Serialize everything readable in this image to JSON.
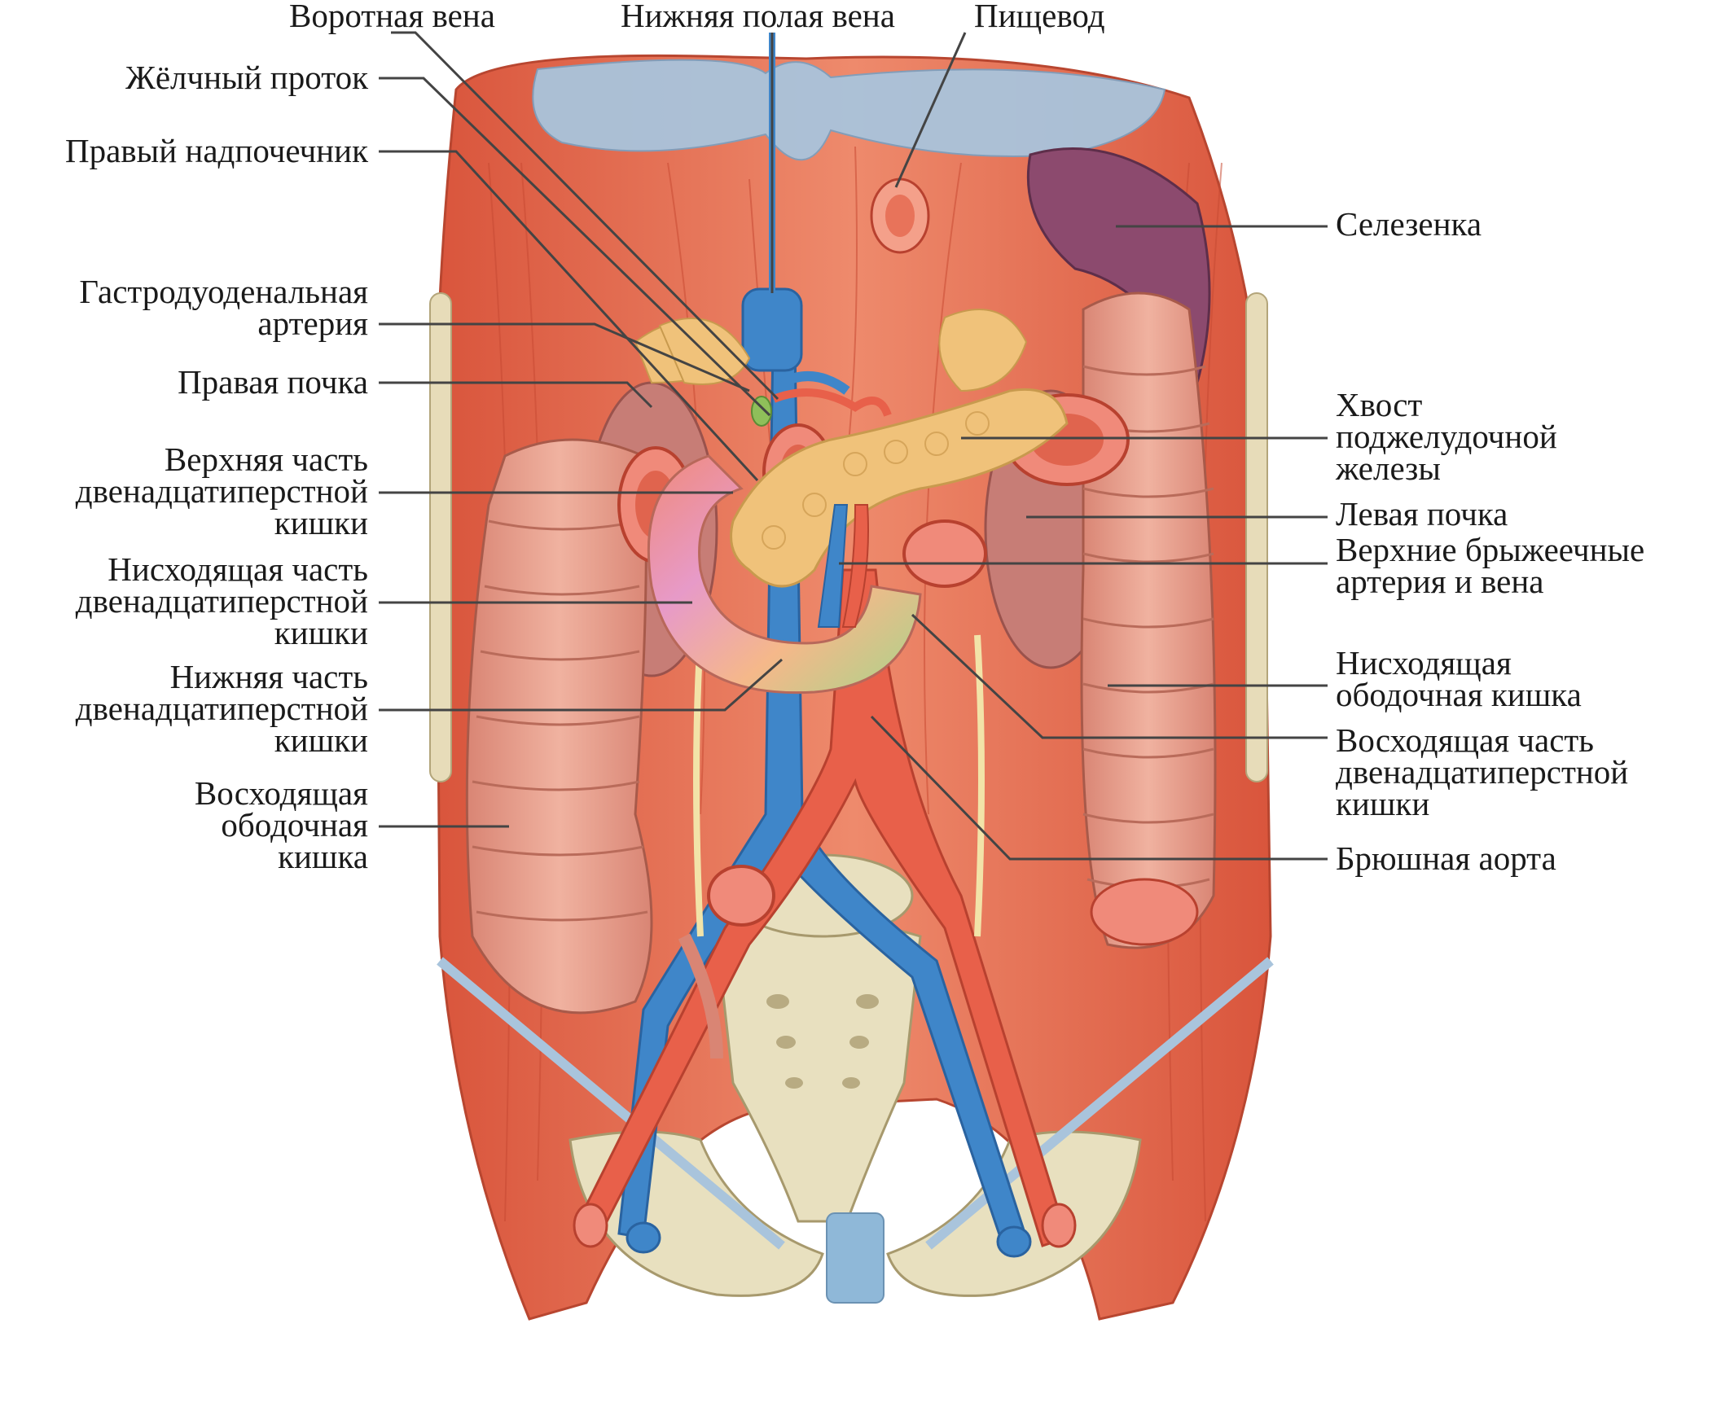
{
  "labels": {
    "portal_vein": "Воротная вена",
    "ivc": "Нижняя полая вена",
    "esophagus": "Пищевод",
    "bile_duct": "Жёлчный проток",
    "right_adrenal": "Правый надпочечник",
    "gastroduodenal": [
      "Гастродуоденальная",
      "артерия"
    ],
    "right_kidney": "Правая почка",
    "duod_superior": [
      "Верхняя часть",
      "двенадцатиперстной",
      "кишки"
    ],
    "duod_descending": [
      "Нисходящая часть",
      "двенадцатиперстной",
      "кишки"
    ],
    "duod_inferior": [
      "Нижняя часть",
      "двенадцатиперстной",
      "кишки"
    ],
    "ascending_colon": [
      "Восходящая",
      "ободочная",
      "кишка"
    ],
    "spleen": "Селезенка",
    "pancreas_tail": [
      "Хвост",
      "поджелудочной",
      "железы"
    ],
    "left_kidney": "Левая почка",
    "sup_mesenteric": [
      "Верхние брыжеечные",
      "артерия и вена"
    ],
    "descending_colon": [
      "Нисходящая",
      "ободочная кишка"
    ],
    "duod_ascending": [
      "Восходящая часть",
      "двенадцатиперстной",
      "кишки"
    ],
    "abdominal_aorta": "Брюшная аорта"
  },
  "colors": {
    "muscle": "#e8735a",
    "muscle_dark": "#d2553d",
    "diaphragm_tendon": "#a9c4dc",
    "vein": "#3f86c9",
    "artery": "#e8604a",
    "bone": "#e8e0bf",
    "bowel": "#e49a86",
    "pancreas": "#f0c27a",
    "spleen": "#8c4a6e",
    "kidney": "#c77d76",
    "leader": "#444444"
  }
}
